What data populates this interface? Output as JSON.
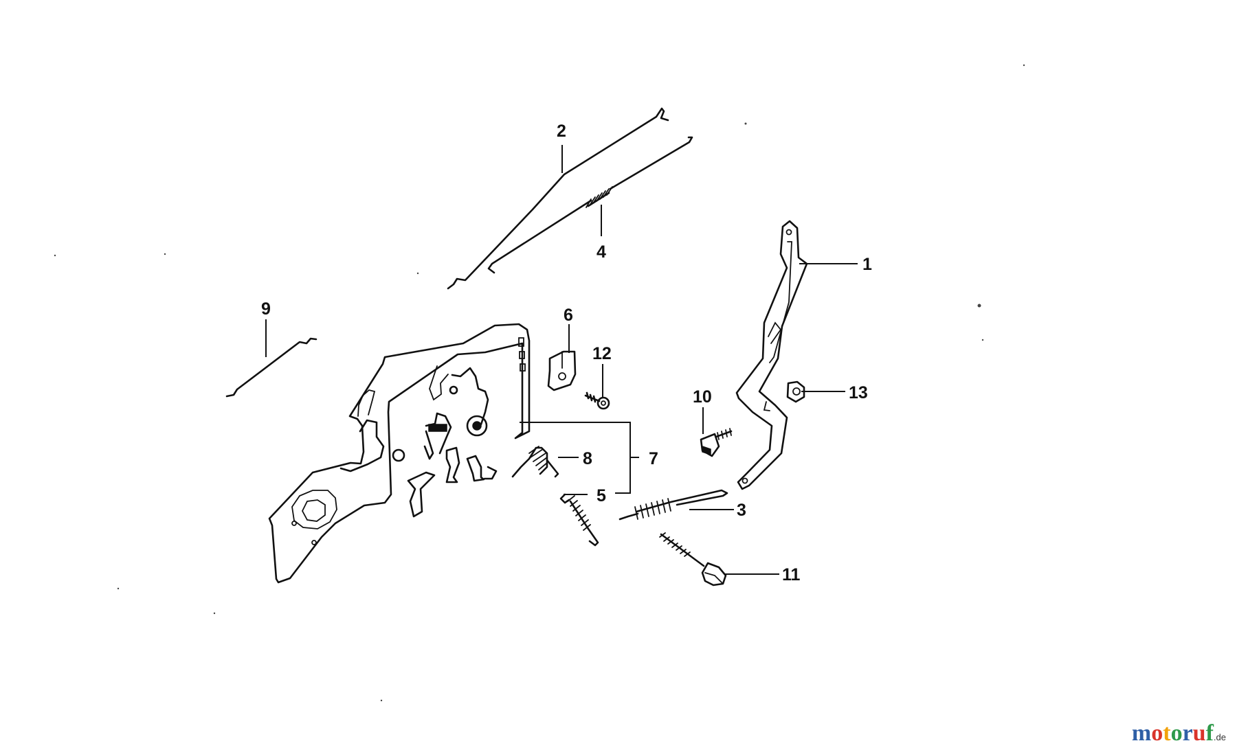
{
  "callouts": {
    "c1": "1",
    "c2": "2",
    "c3": "3",
    "c4": "4",
    "c5": "5",
    "c6": "6",
    "c7": "7",
    "c8": "8",
    "c9": "9",
    "c10": "10",
    "c11": "11",
    "c12": "12",
    "c13": "13"
  },
  "watermark": {
    "letters": [
      "m",
      "o",
      "t",
      "o",
      "r",
      "u",
      "f"
    ],
    "letter_colors": [
      "#2f5fa6",
      "#d9342b",
      "#f2a20c",
      "#2e9a4a",
      "#2f5fa6",
      "#d9342b",
      "#2e9a4a"
    ],
    "tld": ".de"
  }
}
